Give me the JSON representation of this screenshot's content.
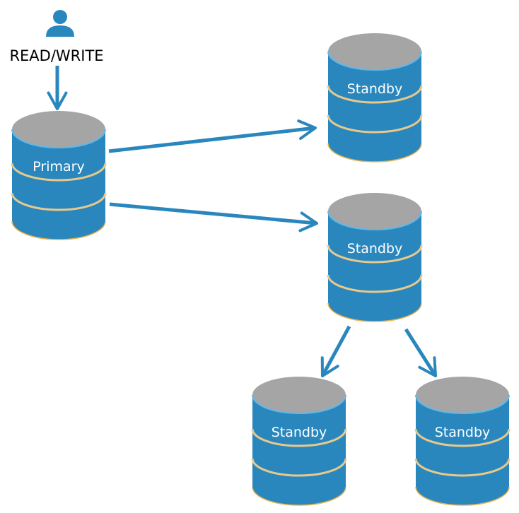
{
  "user": {
    "label": "READ/WRITE",
    "icon": "user-icon"
  },
  "databases": {
    "primary": {
      "label": "Primary"
    },
    "standby_top": {
      "label": "Standby"
    },
    "standby_middle": {
      "label": "Standby"
    },
    "standby_bottom_left": {
      "label": "Standby"
    },
    "standby_bottom_right": {
      "label": "Standby"
    }
  },
  "colors": {
    "accent": "#2a87be",
    "cylinder_top": "#a5a5a5",
    "rim": "#5bb8ef",
    "band": "#e8c98a",
    "text_on_db": "#ffffff"
  }
}
